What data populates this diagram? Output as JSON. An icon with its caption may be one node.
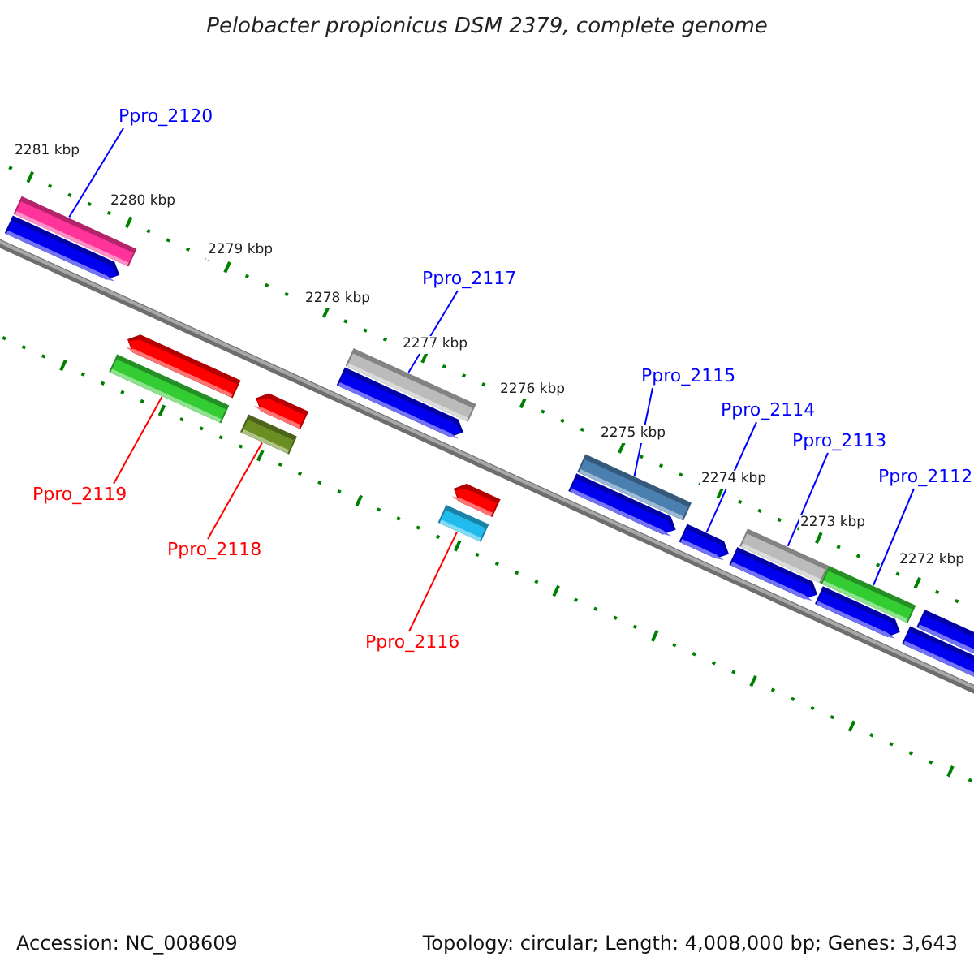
{
  "diagram": {
    "title": "Pelobacter propionicus DSM 2379, complete genome",
    "nodes": [
      {
        "text": [
          "Ppro_2120"
        ]
      },
      {
        "text": [],
        "shape": "bar"
      },
      {
        "text": [
          "Ppro_2117"
        ]
      },
      {
        "text": [],
        "shape": "bar"
      },
      {
        "text": [
          "Ppro_2115"
        ]
      },
      {
        "text": [],
        "shape": "bar"
      },
      {
        "text": [
          "Ppro_2114"
        ]
      },
      {
        "text": [],
        "shape": "pentagon"
      },
      {
        "text": [
          "Ppro_2113"
        ]
      },
      {
        "text": [],
        "shape": "bar"
      },
      {
        "text": [
          "Ppro_2112"
        ]
      },
      {
        "text": [],
        "shape": "bar"
      },
      {
        "text": [
          "Ppro_2119"
        ]
      },
      {
        "text": [],
        "shape": "bar"
      },
      {
        "text": [
          "Ppro_2118"
        ]
      },
      {
        "text": [],
        "shape": "bar"
      },
      {
        "text": [
          "Ppro_2116"
        ]
      },
      {
        "text": [],
        "shape": "bar"
      },
      {
        "text": [],
        "shape": "pentagon"
      },
      {
        "text": [],
        "shape": "pentagon"
      },
      {
        "text": [],
        "shape": "pentagon"
      },
      {
        "text": [],
        "shape": "pentagon"
      },
      {
        "text": [],
        "shape": "pentagon"
      },
      {
        "text": [],
        "shape": "pentagon"
      },
      {
        "text": [],
        "shape": "pentagon"
      },
      {
        "text": [],
        "shape": "pentagon"
      },
      {
        "text": [],
        "shape": "pentagon"
      },
      {
        "text": [],
        "shape": "bar"
      }
    ],
    "edges": [
      {
        "from": 0,
        "to": 1,
        "arrow": "none"
      },
      {
        "from": 2,
        "to": 3,
        "arrow": "none"
      },
      {
        "from": 4,
        "to": 5,
        "arrow": "none"
      },
      {
        "from": 6,
        "to": 7,
        "arrow": "none"
      },
      {
        "from": 8,
        "to": 9,
        "arrow": "none"
      },
      {
        "from": 10,
        "to": 11,
        "arrow": "none"
      },
      {
        "from": 12,
        "to": 13,
        "arrow": "none",
        "color": "#ff0000"
      },
      {
        "from": 14,
        "to": 15,
        "arrow": "none",
        "color": "#ff0000"
      },
      {
        "from": 16,
        "to": 17,
        "arrow": "none",
        "color": "#ff0000"
      }
    ],
    "labels": [
      "2281 kbp",
      "2280 kbp",
      "2279 kbp",
      "2278 kbp",
      "2277 kbp",
      "2276 kbp",
      "2275 kbp",
      "2274 kbp",
      "2273 kbp",
      "2272 kbp",
      "Accession: NC_008609",
      "Topology: circular; Length: 4,008,000 bp; Genes: 3,643"
    ]
  }
}
